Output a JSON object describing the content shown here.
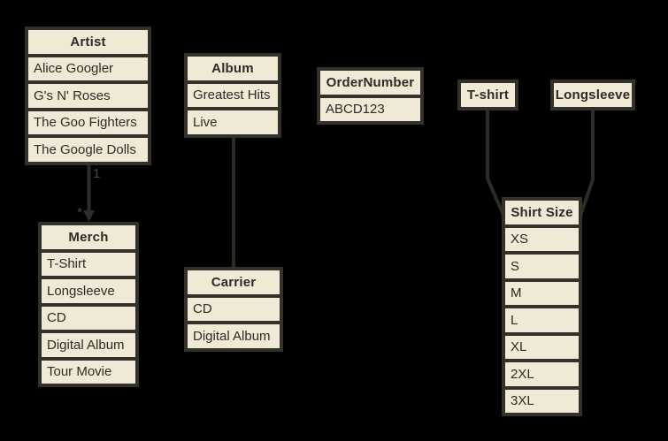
{
  "diagram": {
    "entities": {
      "artist": {
        "title": "Artist",
        "rows": [
          "Alice Googler",
          "G's N' Roses",
          "The Goo Fighters",
          "The Google Dolls"
        ]
      },
      "album": {
        "title": "Album",
        "rows": [
          "Greatest Hits",
          "Live"
        ]
      },
      "ordernumber": {
        "title": "OrderNumber",
        "rows": [
          "ABCD123"
        ]
      },
      "tshirt": {
        "title": "T-shirt",
        "rows": []
      },
      "longsleeve": {
        "title": "Longsleeve",
        "rows": []
      },
      "merch": {
        "title": "Merch",
        "rows": [
          "T-Shirt",
          "Longsleeve",
          "CD",
          "Digital Album",
          "Tour Movie"
        ]
      },
      "carrier": {
        "title": "Carrier",
        "rows": [
          "CD",
          "Digital Album"
        ]
      },
      "shirtsize": {
        "title": "Shirt Size",
        "rows": [
          "XS",
          "S",
          "M",
          "L",
          "XL",
          "2XL",
          "3XL"
        ]
      }
    },
    "relation_labels": {
      "one": "1",
      "many": "*"
    },
    "colors": {
      "background": "#000000",
      "box_fill": "#f0e9d6",
      "box_border": "#34312b",
      "text": "#2e2b25",
      "connector": "#2e2c26",
      "multiplicity": "#4c4a44"
    }
  }
}
